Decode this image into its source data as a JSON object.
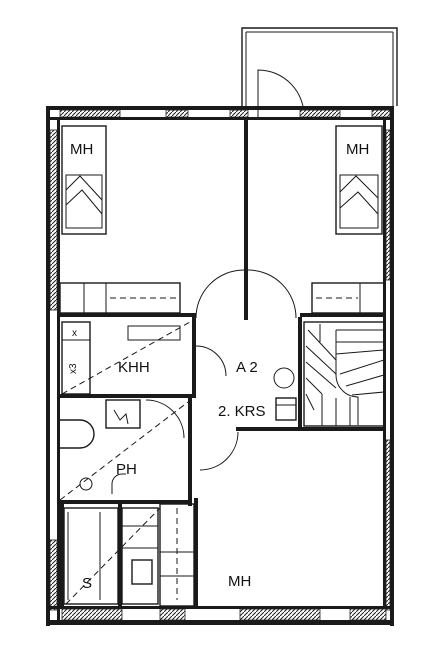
{
  "labels": {
    "bedroom_top_left": "MH",
    "bedroom_top_right": "MH",
    "bedroom_bottom": "MH",
    "storage": "KHH",
    "apartment": "A 2",
    "floor": "2. KRS",
    "bathroom": "PH",
    "sauna": "S",
    "cabinet_mark_1": "x",
    "cabinet_mark_2": "x3"
  }
}
